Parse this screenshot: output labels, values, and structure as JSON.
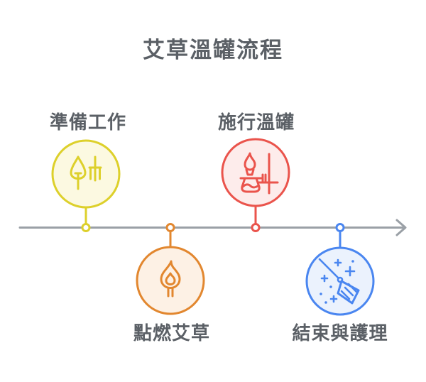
{
  "title": "艾草溫罐流程",
  "colors": {
    "text": "#5b6066",
    "timeline": "#9aa0a6",
    "background": "#ffffff",
    "dot_fill": "#ffffff"
  },
  "timeline": {
    "direction": "left-to-right",
    "arrow": "right"
  },
  "nodes": [
    {
      "label": "準備工作",
      "icon": "garden-tools-icon",
      "color": "#ddd02b",
      "fill": "#fcf9e1",
      "position": "above"
    },
    {
      "label": "點燃艾草",
      "icon": "match-flame-icon",
      "color": "#e2872f",
      "fill": "#fdf1e5",
      "position": "below"
    },
    {
      "label": "施行溫罐",
      "icon": "burner-stand-icon",
      "color": "#ea544c",
      "fill": "#fdeceb",
      "position": "above"
    },
    {
      "label": "結束與護理",
      "icon": "broom-sparkles-icon",
      "color": "#4a86f0",
      "fill": "#ebf2fd",
      "position": "below"
    }
  ]
}
